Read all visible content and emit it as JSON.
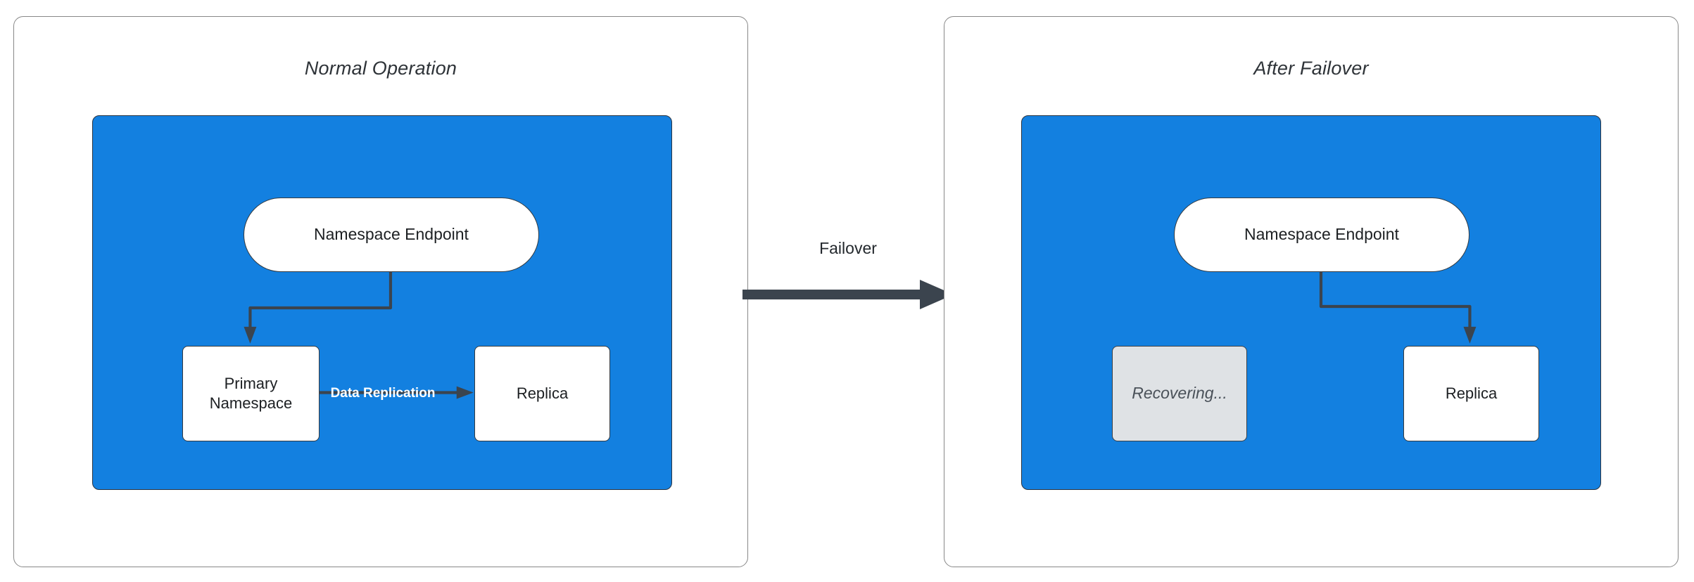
{
  "diagram": {
    "title_hidden": "",
    "colors": {
      "zone_blue": "#1380e0",
      "node_white": "#ffffff",
      "node_muted_gray": "#dfe2e5",
      "stroke_dark": "#3b444e",
      "panel_border": "#888888",
      "edge_label_white": "#ffffff"
    }
  },
  "panels": [
    {
      "id": "normal",
      "title": "Normal Operation",
      "nodes": [
        {
          "id": "endpoint",
          "label": "Namespace Endpoint",
          "shape": "stadium",
          "state": "active"
        },
        {
          "id": "primary",
          "label": "Primary\nNamespace",
          "line1": "Primary",
          "line2": "Namespace",
          "shape": "rounded-rect",
          "state": "active"
        },
        {
          "id": "replica",
          "label": "Replica",
          "shape": "rounded-rect",
          "state": "active"
        }
      ],
      "edges": [
        {
          "from": "endpoint",
          "to": "primary",
          "label": "",
          "style": "elbow-arrow"
        },
        {
          "from": "primary",
          "to": "replica",
          "label": "Data Replication",
          "style": "straight-arrow"
        }
      ]
    },
    {
      "id": "failover",
      "title": "After Failover",
      "nodes": [
        {
          "id": "endpoint",
          "label": "Namespace Endpoint",
          "shape": "stadium",
          "state": "active"
        },
        {
          "id": "recovering",
          "label": "Recovering...",
          "shape": "rounded-rect",
          "state": "muted"
        },
        {
          "id": "replica",
          "label": "Replica",
          "shape": "rounded-rect",
          "state": "active"
        }
      ],
      "edges": [
        {
          "from": "endpoint",
          "to": "replica",
          "label": "",
          "style": "elbow-arrow"
        }
      ]
    }
  ],
  "transition": {
    "label": "Failover",
    "direction": "left-to-right",
    "icon": "thick-right-arrow-icon"
  }
}
